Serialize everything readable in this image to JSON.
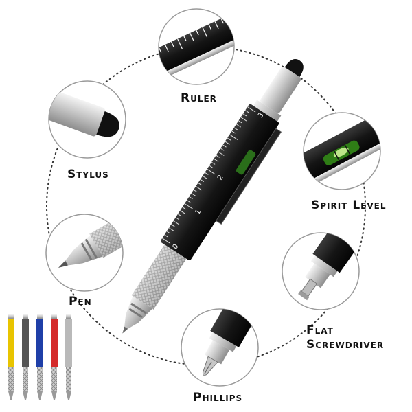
{
  "labels": {
    "ruler": "Ruler",
    "stylus": "Stylus",
    "spirit_level": "Spirit Level",
    "pen": "Pen",
    "flat_line1": "Flat",
    "flat_line2": "Screwdriver",
    "phillips": "Phillips"
  },
  "ruler_marks": [
    "0",
    "1",
    "2",
    "3"
  ],
  "colors": {
    "pen_body": "#1a1a1a",
    "chrome": "#c8c8c8",
    "level_bubble": "#3fa21d",
    "variant_yellow": "#e8c400",
    "variant_gray": "#555555",
    "variant_blue": "#1f3fa8",
    "variant_red": "#d42a2a",
    "variant_silver": "#b9b9b9"
  },
  "variants": [
    "yellow",
    "gray",
    "blue",
    "red",
    "silver"
  ]
}
